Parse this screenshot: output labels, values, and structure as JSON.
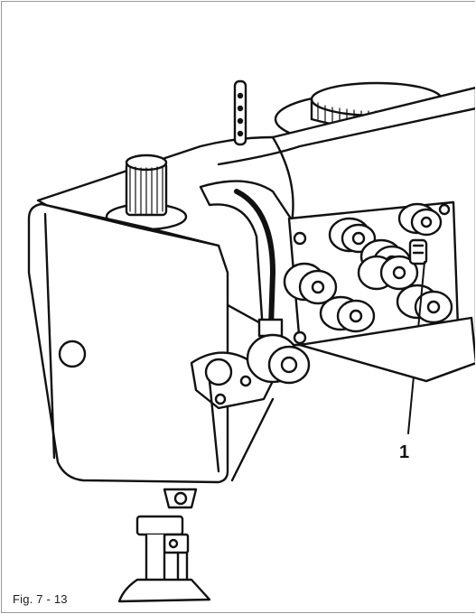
{
  "figure": {
    "caption": "Fig. 7 - 13",
    "callouts": [
      {
        "label": "1",
        "target": "thread-guide"
      }
    ]
  },
  "colors": {
    "stroke": "#111111",
    "body_fill": "#ffffff",
    "frame_border": "#9a9a9a"
  },
  "icons": [
    "thread-tension-knob",
    "handwheel",
    "needle-bar",
    "presser-foot"
  ]
}
